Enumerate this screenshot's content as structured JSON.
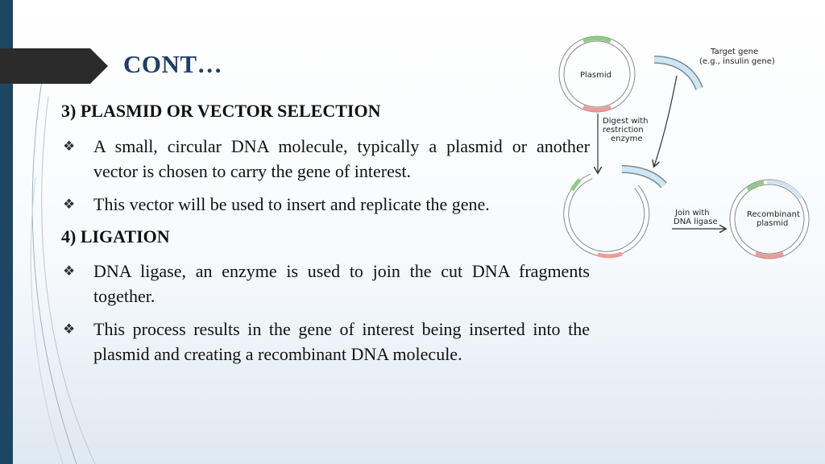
{
  "title": "CONT…",
  "sections": [
    {
      "heading": "3) PLASMID OR VECTOR SELECTION",
      "bullets": [
        "A small, circular DNA molecule, typically a plasmid or another vector is chosen to carry the gene of interest.",
        "This vector will be used to insert and replicate the gene."
      ]
    },
    {
      "heading": "4) LIGATION",
      "bullets": [
        "DNA ligase, an enzyme is used to join the cut DNA fragments together.",
        "This process results in the gene of interest being inserted into the plasmid and creating a recombinant DNA molecule."
      ]
    }
  ],
  "bullet_icon": "four-diamond-bullet-icon",
  "diagram": {
    "plasmid_label": "Plasmid",
    "target_gene_line1": "Target gene",
    "target_gene_line2": "(e.g., insulin gene)",
    "digest_line1": "Digest with",
    "digest_line2": "restriction",
    "digest_line3": "enzyme",
    "join_line1": "Join with",
    "join_line2": "DNA ligase",
    "recombinant_line1": "Recombinant",
    "recombinant_line2": "plasmid"
  },
  "colors": {
    "title": "#1f3c6a",
    "left_bar": "#1d4663",
    "plasmid_green": "#8fcb86",
    "plasmid_pink": "#f09a9a",
    "gene_blue": "#cfe6f3"
  }
}
